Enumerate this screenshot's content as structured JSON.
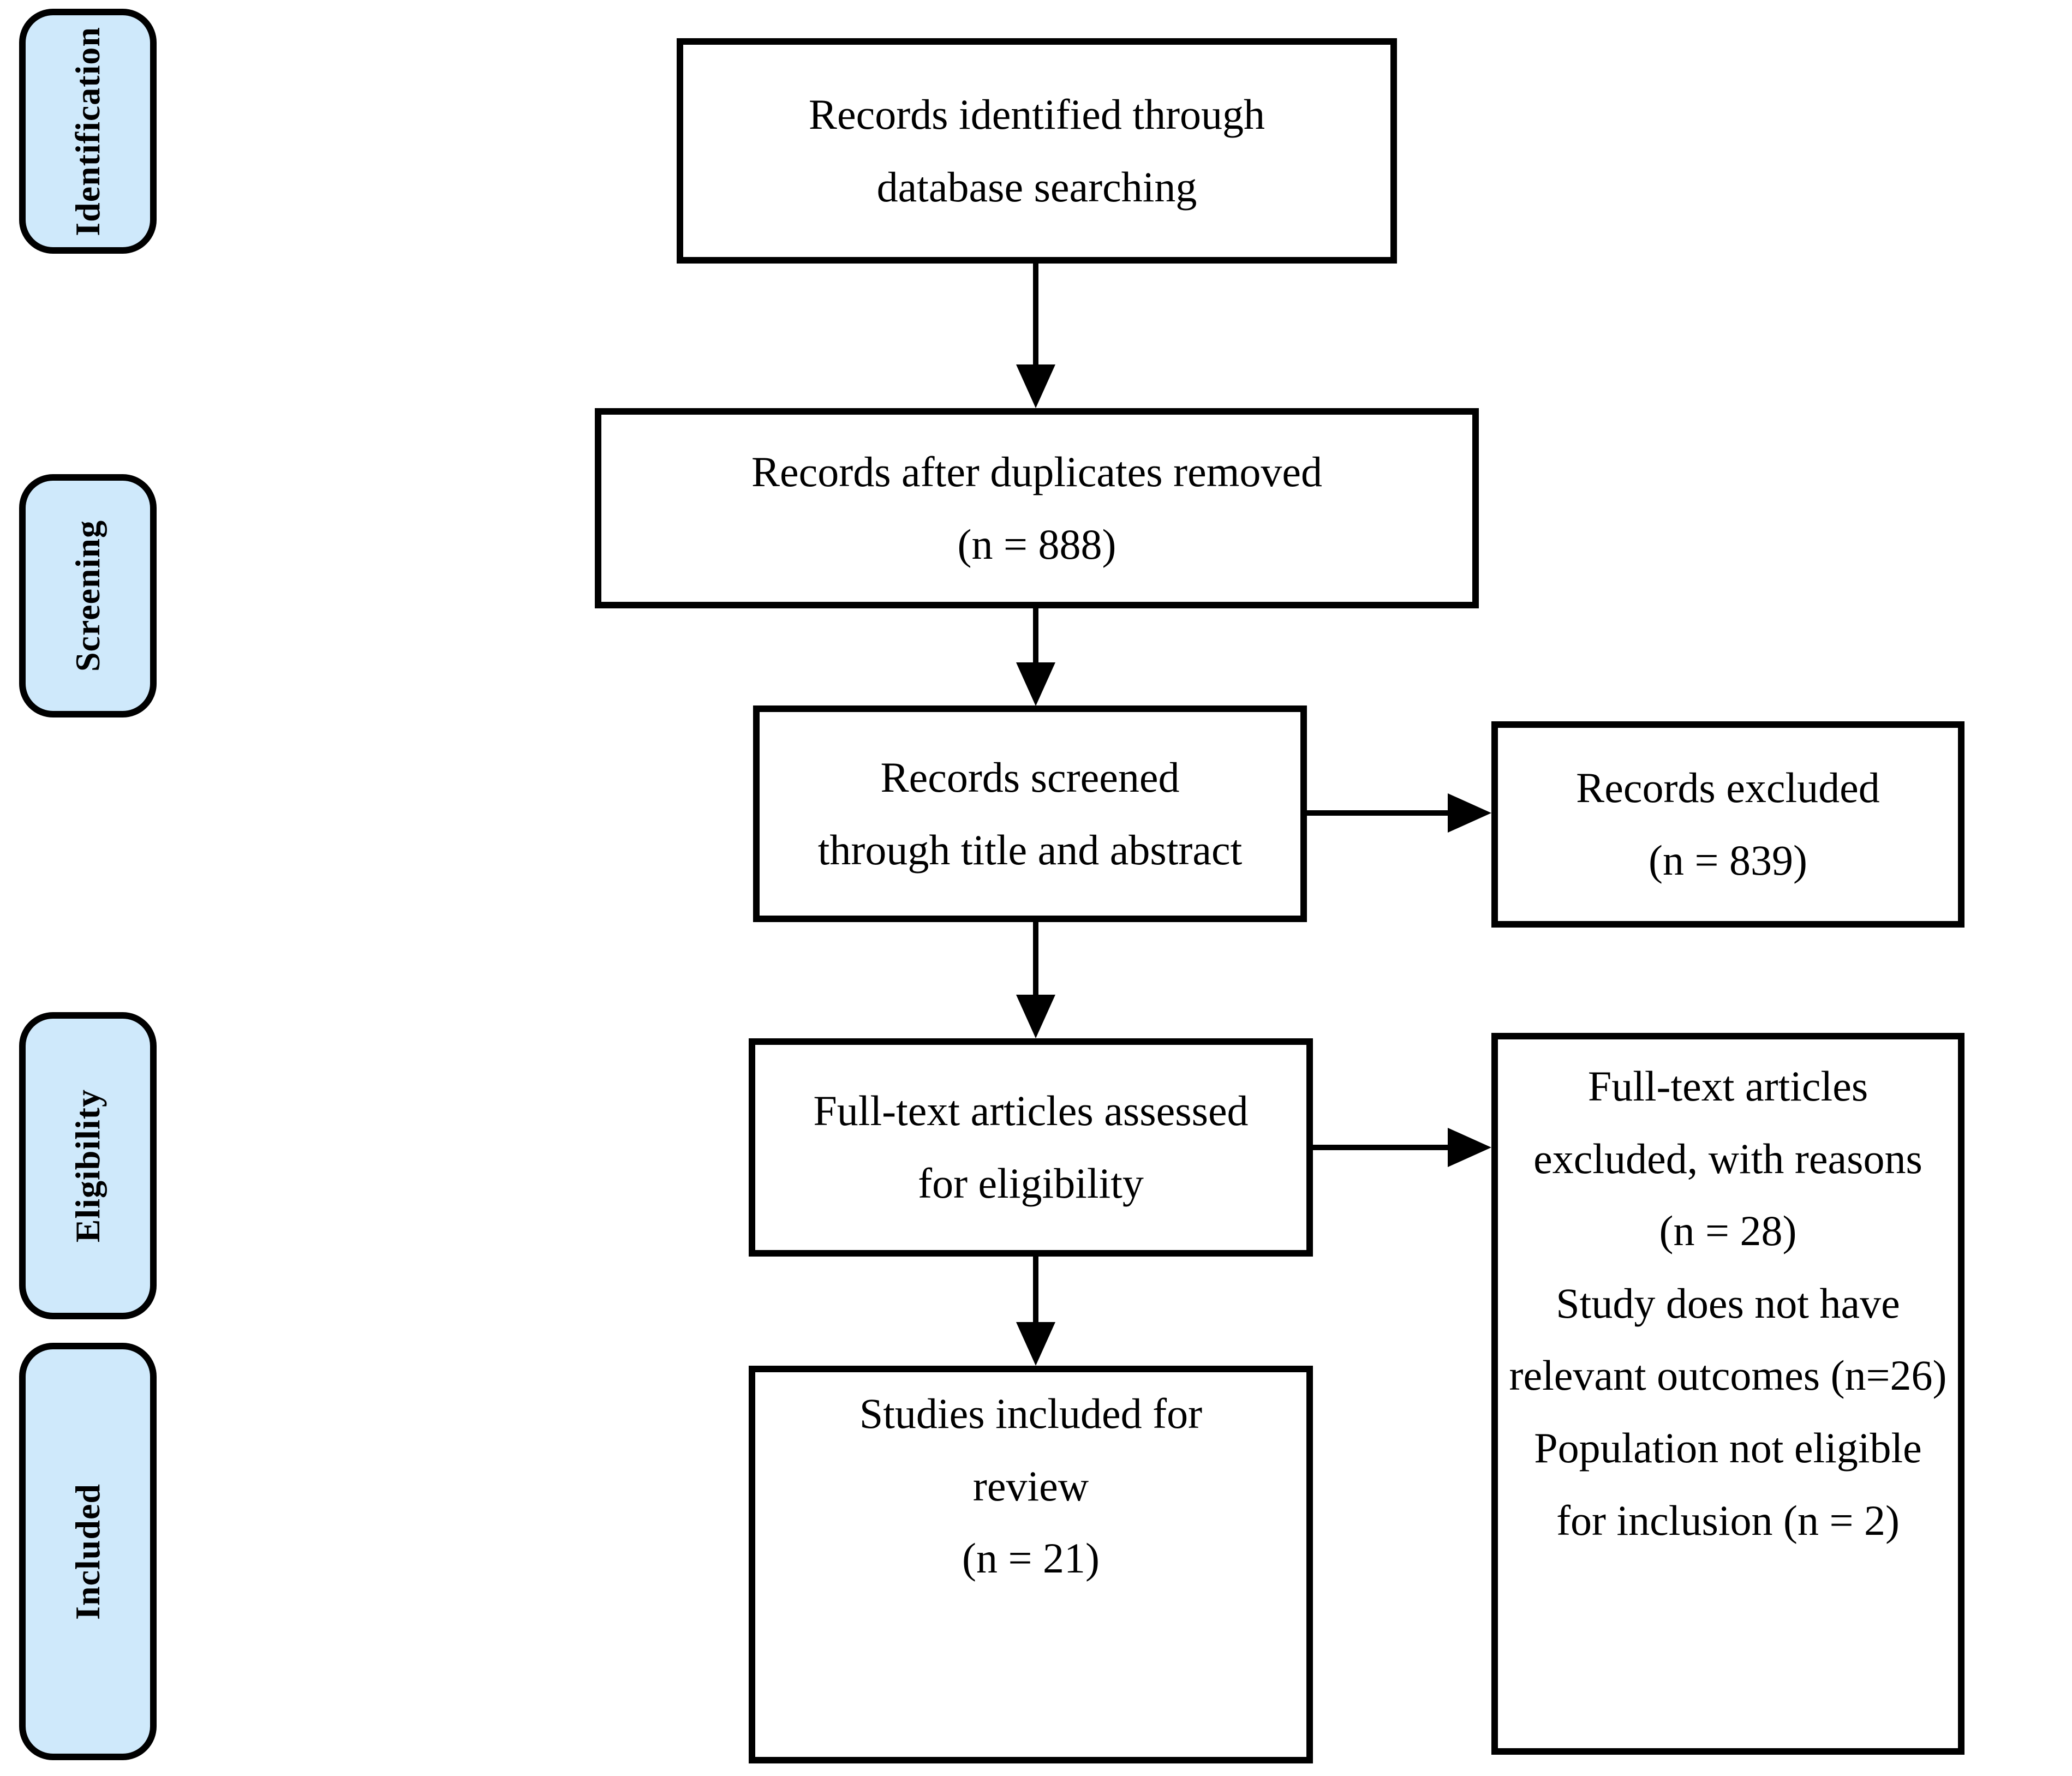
{
  "colors": {
    "sidebar_fill": "#cfe9fb",
    "border": "#000000",
    "background": "#ffffff",
    "text": "#000000"
  },
  "sidebar": {
    "items": [
      {
        "label": "Identification"
      },
      {
        "label": "Screening"
      },
      {
        "label": "Eligibility"
      },
      {
        "label": "Included"
      }
    ]
  },
  "flow": {
    "identified": {
      "line1": "Records identified through",
      "line2": "database searching"
    },
    "deduplicated": {
      "line1": "Records after duplicates removed",
      "line2": "(n = 888)",
      "count": 888
    },
    "screened": {
      "line1": "Records screened",
      "line2": "through title and abstract"
    },
    "fulltext": {
      "line1": "Full-text articles assessed",
      "line2": "for eligibility"
    },
    "included": {
      "line1": "Studies included for",
      "line2": "review",
      "line3": "(n = 21)",
      "count": 21
    }
  },
  "exclusions": {
    "records_excluded": {
      "line1": "Records excluded",
      "line2": "(n = 839)",
      "count": 839
    },
    "fulltext_excluded": {
      "count": 28,
      "lines": [
        "Full-text articles",
        "excluded, with reasons",
        "(n = 28)",
        "Study does not have",
        "relevant outcomes (n=26)",
        "Population not eligible",
        "for inclusion (n = 2)"
      ]
    }
  }
}
